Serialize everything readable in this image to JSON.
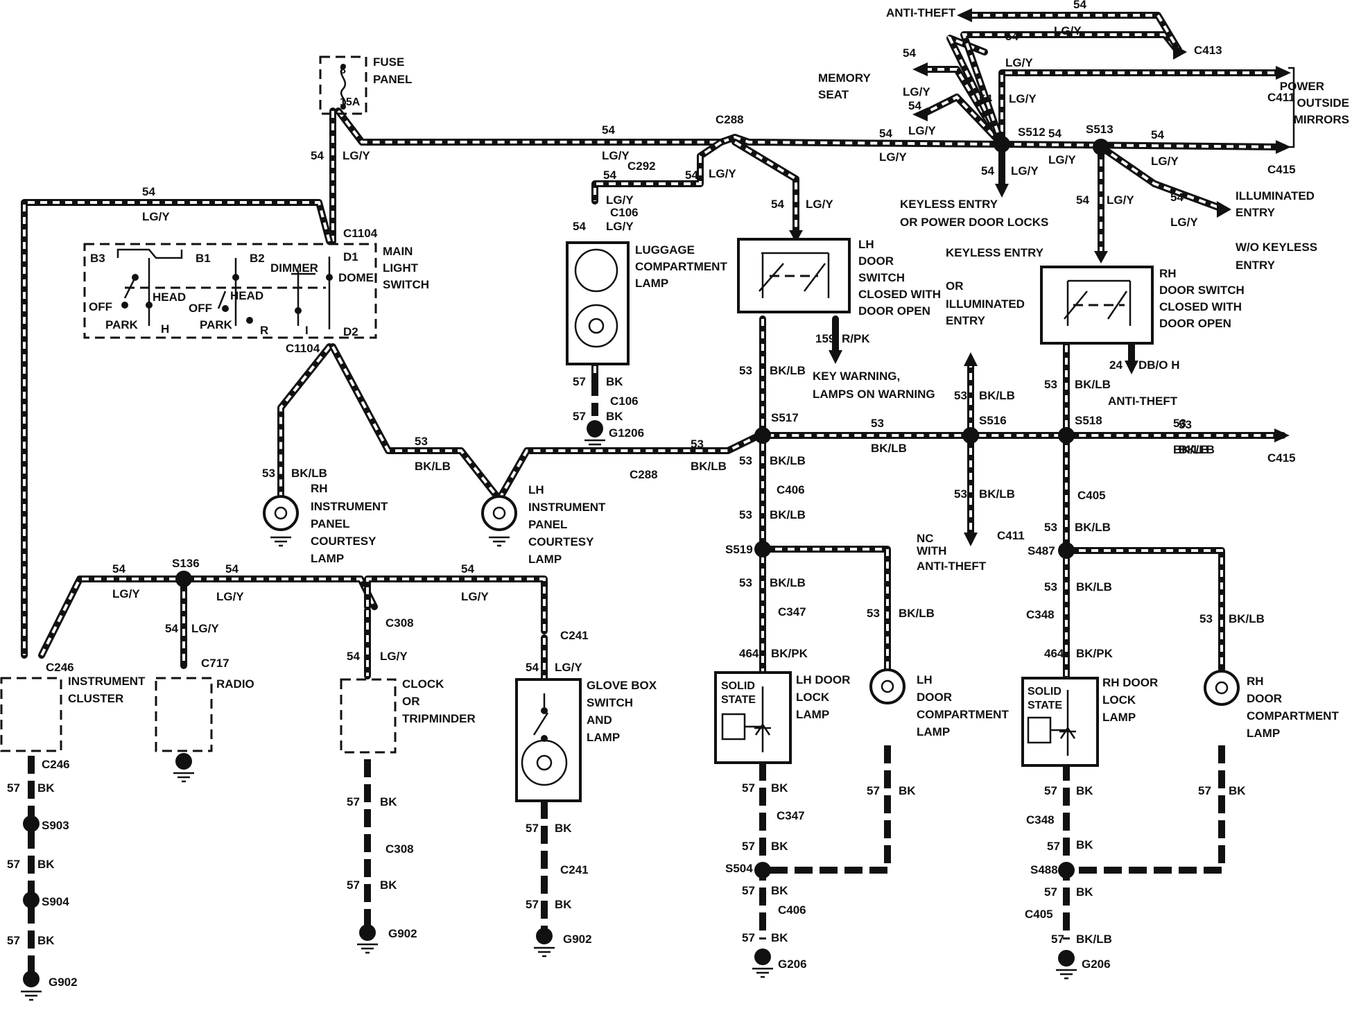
{
  "wires": {
    "w54": "54",
    "w53": "53",
    "w57": "57",
    "w464": "464",
    "w159": "159",
    "w24": "24",
    "lgy": "LG/Y",
    "bklb": "BK/LB",
    "bk": "BK",
    "bkpk": "BK/PK",
    "rpk": "R/PK",
    "dboh": "DB/O H"
  },
  "connectors": {
    "c288": "C288",
    "c292": "C292",
    "c106": "C106",
    "c1104": "C1104",
    "c413": "C413",
    "c411": "C411",
    "c415": "C415",
    "c406": "C406",
    "c405": "C405",
    "c347": "C347",
    "c348": "C348",
    "c246": "C246",
    "c717": "C717",
    "c308": "C308",
    "c241": "C241",
    "s512": "S512",
    "s513": "S513",
    "s517": "S517",
    "s516": "S516",
    "s518": "S518",
    "s519": "S519",
    "s487": "S487",
    "s136": "S136",
    "s903": "S903",
    "s904": "S904",
    "s504": "S504",
    "s488": "S488",
    "g1206": "G1206",
    "g902": "G902",
    "g206": "G206"
  },
  "fuse": {
    "line1": "FUSE",
    "line2": "PANEL",
    "num": "8",
    "amps": "15A"
  },
  "main_switch": {
    "l1": "MAIN",
    "l2": "LIGHT",
    "l3": "SWITCH",
    "b3": "B3",
    "b1": "B1",
    "b2": "B2",
    "d1": "D1",
    "d2": "D2",
    "dimmer": "DIMMER",
    "dome": "DOME",
    "off": "OFF",
    "head": "HEAD",
    "park": "PARK",
    "h": "H",
    "r": "R",
    "i": "I"
  },
  "labels": {
    "anti_theft": "ANTI-THEFT",
    "memory1": "MEMORY",
    "memory2": "SEAT",
    "power1": "POWER",
    "power2": "OUTSIDE",
    "power3": "MIRRORS",
    "keyless_locks1": "KEYLESS ENTRY",
    "keyless_locks2": "OR  POWER DOOR LOCKS",
    "illum1": "ILLUMINATED",
    "illum2": "ENTRY",
    "wo1": "W/O KEYLESS",
    "wo2": "ENTRY",
    "ke1": "KEYLESS ENTRY",
    "ke2": "OR",
    "ke3": "ILLUMINATED",
    "ke4": "ENTRY",
    "lug1": "LUGGAGE",
    "lug2": "COMPARTMENT",
    "lug3": "LAMP",
    "lhds1": "LH",
    "lhds2": "DOOR",
    "lhds3": "SWITCH",
    "lhds4": "CLOSED WITH",
    "lhds5": "DOOR OPEN",
    "rhds1": "RH",
    "rhds2": "DOOR SWITCH",
    "rhds3": "CLOSED WITH",
    "rhds4": "DOOR OPEN",
    "keywarn1": "KEY WARNING,",
    "keywarn2": "LAMPS ON WARNING",
    "anti_theft2": "ANTI-THEFT",
    "nc1": "NC",
    "nc2": "WITH",
    "nc3": "ANTI-THEFT",
    "rhip1": "RH",
    "rhip2": "INSTRUMENT",
    "rhip3": "PANEL",
    "rhip4": "COURTESY",
    "rhip5": "LAMP",
    "lhip1": "LH",
    "lhip2": "INSTRUMENT",
    "lhip3": "PANEL",
    "lhip4": "COURTESY",
    "lhip5": "LAMP",
    "ic1": "INSTRUMENT",
    "ic2": "CLUSTER",
    "radio": "RADIO",
    "clock1": "CLOCK",
    "clock2": "OR",
    "clock3": "TRIPMINDER",
    "gb1": "GLOVE BOX",
    "gb2": "SWITCH",
    "gb3": "AND",
    "gb4": "LAMP",
    "ss1": "SOLID",
    "ss2": "STATE",
    "lhdl1": "LH DOOR",
    "lhdl2": "LOCK",
    "lhdl3": "LAMP",
    "rhdl1": "RH DOOR",
    "rhdl2": "LOCK",
    "rhdl3": "LAMP",
    "lhdc1": "LH",
    "lhdc2": "DOOR",
    "lhdc3": "COMPARTMENT",
    "lhdc4": "LAMP",
    "rhdc1": "RH",
    "rhdc2": "DOOR",
    "rhdc3": "COMPARTMENT",
    "rhdc4": "LAMP"
  }
}
